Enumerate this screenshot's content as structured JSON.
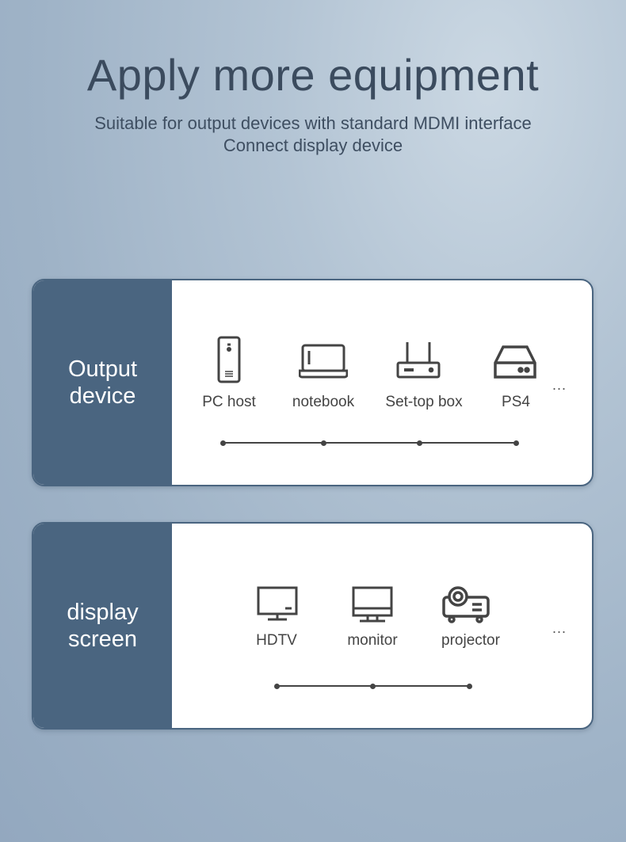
{
  "header": {
    "title": "Apply more equipment",
    "subtitle_1": "Suitable for output devices with standard MDMI interface",
    "subtitle_2": "Connect display device"
  },
  "output_card": {
    "label_1": "Output",
    "label_2": "device",
    "items": [
      {
        "label": "PC host",
        "icon": "pc-tower-icon"
      },
      {
        "label": "notebook",
        "icon": "laptop-icon"
      },
      {
        "label": "Set-top box",
        "icon": "router-box-icon"
      },
      {
        "label": "PS4",
        "icon": "console-icon"
      }
    ],
    "more": "..."
  },
  "display_card": {
    "label_1": "display",
    "label_2": "screen",
    "items": [
      {
        "label": "HDTV",
        "icon": "tv-icon"
      },
      {
        "label": "monitor",
        "icon": "monitor-icon"
      },
      {
        "label": "projector",
        "icon": "projector-icon"
      }
    ],
    "more": "..."
  },
  "colors": {
    "panel": "#4a6580",
    "text": "#3b4b5e"
  }
}
